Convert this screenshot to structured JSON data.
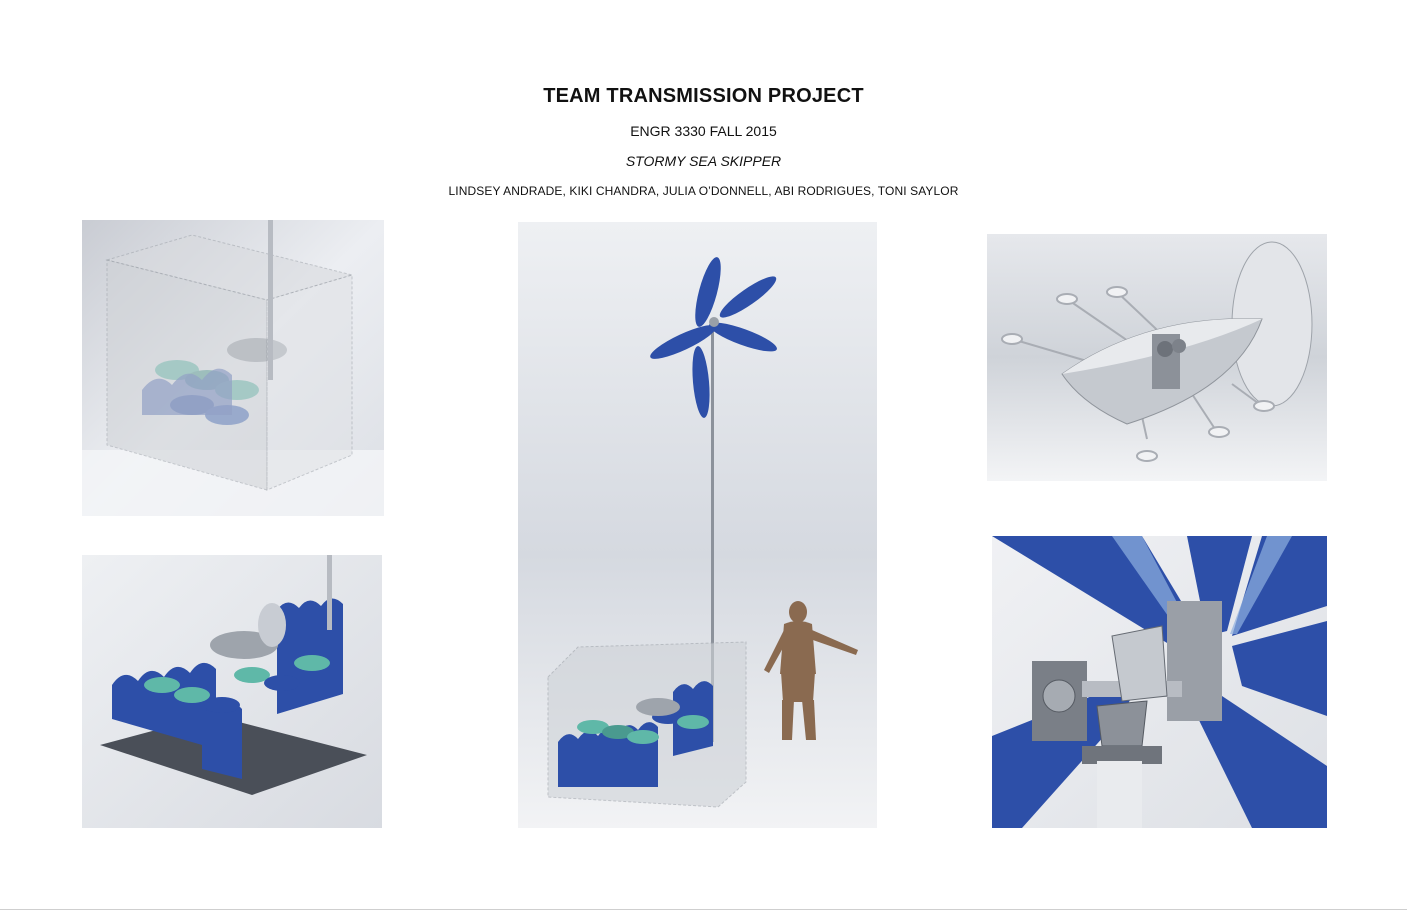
{
  "header": {
    "title": "TEAM TRANSMISSION PROJECT",
    "course": "ENGR 3330 FALL 2015",
    "project_name": "STORMY SEA SKIPPER",
    "authors": "LINDSEY ANDRADE, KIKI CHANDRA, JULIA O’DONNELL, ABI RODRIGUES, TONI SAYLOR"
  },
  "colors": {
    "blue": "#2d4fa8",
    "teal": "#5fb8a8",
    "steel": "#b8bcc4",
    "render_bg": "#e9ebf0"
  },
  "panels": [
    {
      "name": "enclosure-render-iso"
    },
    {
      "name": "mechanism-render-open"
    },
    {
      "name": "full-assembly-with-human-scale"
    },
    {
      "name": "boat-skipper-render"
    },
    {
      "name": "bevel-gear-closeup-render"
    }
  ]
}
